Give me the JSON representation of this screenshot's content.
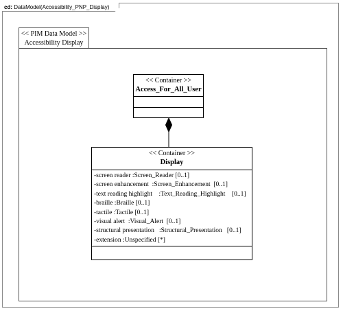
{
  "frame": {
    "prefix": "cd:",
    "title": "DataModel(Accessibility_PNP_Display)"
  },
  "package": {
    "stereotype": "<< PIM Data Model >>",
    "name": "Accessibility Display"
  },
  "classes": {
    "user": {
      "stereotype": "<< Container >>",
      "name": "Access_For_All_User",
      "attributes": []
    },
    "display": {
      "stereotype": "<< Container >>",
      "name": "Display",
      "attributes": [
        "-screen reader :Screen_Reader [0..1]",
        "-screen enhancement  :Screen_Enhancement  [0..1]",
        "-text reading highlight    :Text_Reading_Highlight    [0..1]",
        "-braille :Braille [0..1]",
        "-tactile :Tactile [0..1]",
        "-visual alert  :Visual_Alert  [0..1]",
        "-structural presentation   :Structural_Presentation   [0..1]",
        "-extension :Unspecified [*]"
      ]
    }
  },
  "relationship": {
    "type": "composition",
    "whole": "Access_For_All_User",
    "part": "Display"
  }
}
